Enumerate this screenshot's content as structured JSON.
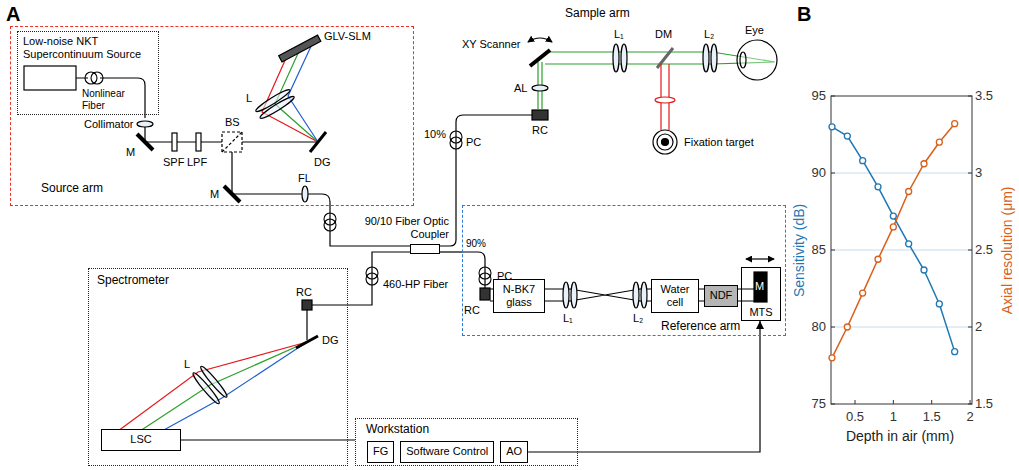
{
  "diagram": {
    "nodes": [
      {
        "text": [
          "Source arm"
        ]
      },
      {
        "text": [
          "Low-noise NKT Supercontinuum Source"
        ],
        "in": 0
      },
      {
        "text": [
          "90/10 Fiber Optic Coupler"
        ]
      },
      {
        "text": [
          "Reference arm"
        ]
      },
      {
        "text": [
          "N-BK7 glass"
        ],
        "in": 3
      },
      {
        "text": [
          "Water cell"
        ],
        "in": 3
      },
      {
        "text": [
          "NDF"
        ],
        "in": 3
      },
      {
        "text": [
          "MTS"
        ],
        "in": 3
      },
      {
        "text": [
          "Spectrometer"
        ]
      },
      {
        "text": [
          "LSC"
        ],
        "in": 8
      },
      {
        "text": [
          "Workstation"
        ]
      },
      {
        "text": [
          "FG"
        ],
        "in": 10
      },
      {
        "text": [
          "Software Control"
        ],
        "in": 10
      },
      {
        "text": [
          "AO"
        ],
        "in": 10
      }
    ],
    "edges": [
      {
        "from": 0,
        "to": 2,
        "arrow": "none"
      },
      {
        "from": 2,
        "to": 8,
        "label": "460-HP Fiber",
        "arrow": "none"
      },
      {
        "from": 2,
        "to": 3,
        "label": "90%",
        "arrow": "none"
      },
      {
        "from": 9,
        "to": 10,
        "arrow": "none"
      },
      {
        "from": 13,
        "to": 7,
        "arrow": "to"
      }
    ],
    "labels": [
      "A",
      "M",
      "Collimator",
      "Nonlinear Fiber",
      "SPF",
      "LPF",
      "BS",
      "L",
      "GLV-SLM",
      "DG",
      "M",
      "FL",
      "Sample arm",
      "XY Scanner",
      "AL",
      "RC",
      "PC",
      "10%",
      "L₁",
      "DM",
      "L₂",
      "Eye",
      "Fixation target",
      "PC",
      "RC",
      "L₁",
      "L₂",
      "M",
      "RC",
      "L",
      "DG",
      "B",
      "Sensitivity (dB)",
      "Axial resolution (μm)",
      "Depth in air (mm)",
      "95",
      "90",
      "85",
      "80",
      "75",
      "3.5",
      "3",
      "2.5",
      "2",
      "1.5",
      "0.5",
      "1",
      "1.5",
      "2"
    ]
  }
}
